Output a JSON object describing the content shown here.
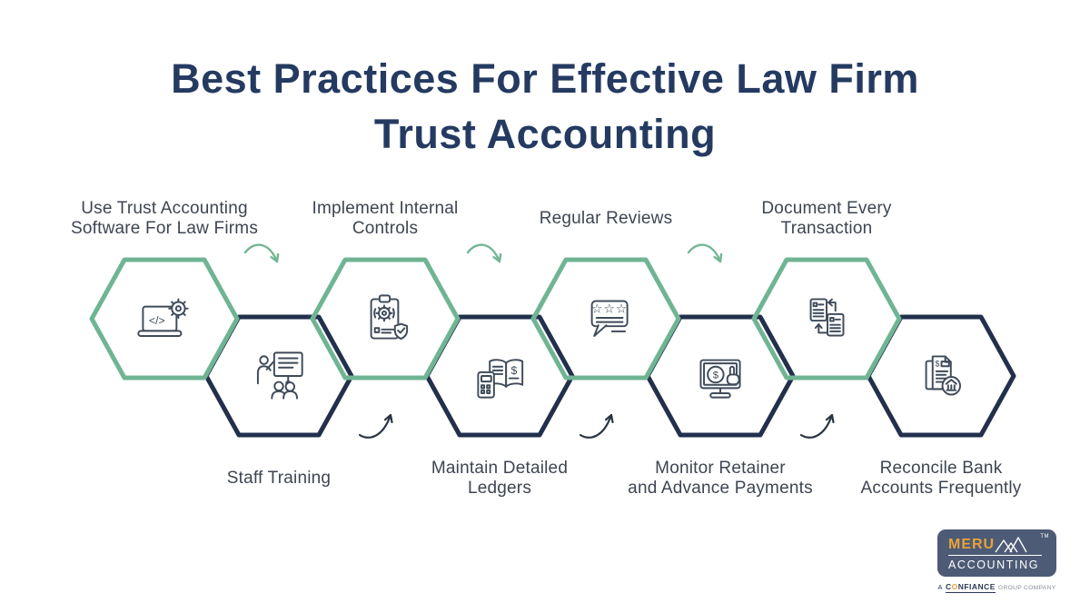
{
  "title": "Best Practices For Effective Law Firm\nTrust Accounting",
  "colors": {
    "background": "#ffffff",
    "title_navy": "#243a61",
    "label_gray": "#3e4552",
    "hex_green": "#6fb593",
    "hex_navy": "#22304d",
    "icon_stroke": "#3f4b59",
    "arrow_green": "#72b795",
    "arrow_dark": "#2a3442",
    "logo_background": "#4d5b76",
    "logo_orange": "#e8a23b"
  },
  "steps": [
    {
      "label": "Use Trust Accounting\nSoftware For Law Firms",
      "position": "top",
      "icon": "laptop-gear-icon"
    },
    {
      "label": "Staff Training",
      "position": "bottom",
      "icon": "staff-training-icon"
    },
    {
      "label": "Implement Internal\nControls",
      "position": "top",
      "icon": "clipboard-gear-shield-icon"
    },
    {
      "label": "Maintain Detailed\nLedgers",
      "position": "bottom",
      "icon": "ledger-book-calculator-icon"
    },
    {
      "label": "Regular Reviews",
      "position": "top",
      "icon": "review-stars-bubble-icon"
    },
    {
      "label": "Monitor Retainer\nand Advance Payments",
      "position": "bottom",
      "icon": "monitor-payment-icon"
    },
    {
      "label": "Document Every\nTransaction",
      "position": "top",
      "icon": "documents-exchange-icon"
    },
    {
      "label": "Reconcile Bank\nAccounts Frequently",
      "position": "bottom",
      "icon": "bank-reconcile-icon"
    }
  ],
  "logo": {
    "brand": "MERU",
    "division": "ACCOUNTING",
    "trademark": "TM",
    "mountain_icon": "mountain-peaks-icon",
    "tagline": {
      "prefix": "A",
      "company_c": "C",
      "company_o": "O",
      "company_rest": "NFIANCE",
      "suffix": "GROUP COMPANY"
    }
  }
}
